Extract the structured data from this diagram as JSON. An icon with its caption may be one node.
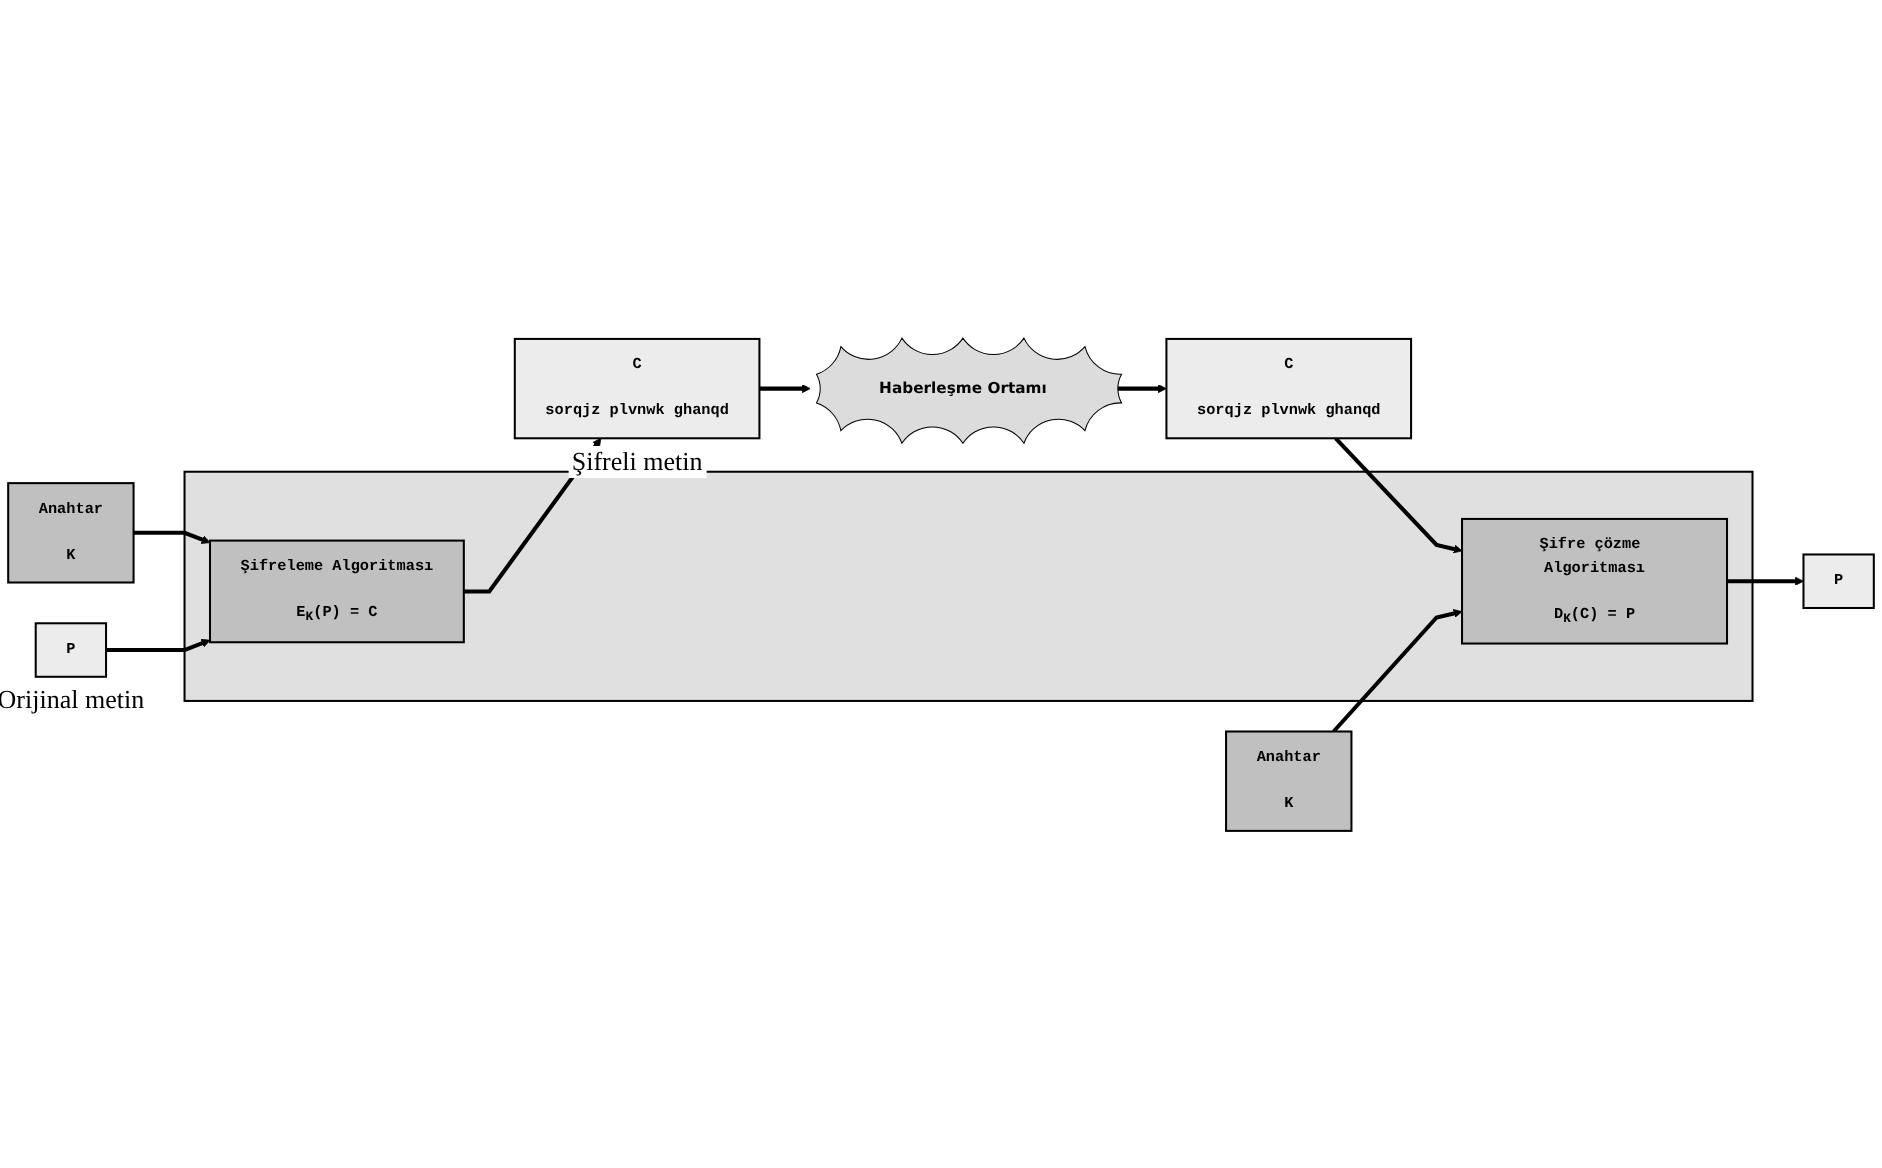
{
  "diagram": {
    "nodes": [
      {
        "text": [
          "Anahtar",
          "K"
        ]
      },
      {
        "text": [
          "P"
        ],
        "beside": [
          "Orijinal metin"
        ]
      },
      {
        "text": [],
        "shape": "box"
      },
      {
        "text": [
          "Şifreleme Algoritması",
          "E$_{K}$(P) = C"
        ],
        "in": 2
      },
      {
        "text": [
          "C",
          "sorqjz plvnwk ghanqd"
        ],
        "beside": [
          "Şifreli metin"
        ]
      },
      {
        "text": [
          "Haberleşme Ortamı"
        ]
      },
      {
        "text": [
          "P"
        ]
      },
      {
        "text": [
          "Şifre çözme Algoritması",
          "D$_{K}$(C) = P"
        ],
        "in": 2
      },
      {
        "text": [
          "C",
          "sorqjz plvnwk ghanqd"
        ]
      },
      {
        "text": [
          "Anahtar",
          "K"
        ]
      }
    ],
    "edges": [
      {
        "from": 0,
        "to": 3,
        "arrow": "to"
      },
      {
        "from": 1,
        "to": 3,
        "arrow": "to"
      },
      {
        "from": 3,
        "to": 4,
        "arrow": "to"
      },
      {
        "from": 4,
        "to": 5,
        "arrow": "to"
      },
      {
        "from": 5,
        "to": 8,
        "arrow": "to"
      },
      {
        "from": 8,
        "to": 7,
        "arrow": "to"
      },
      {
        "from": 7,
        "to": 6,
        "arrow": "to"
      },
      {
        "from": 9,
        "to": 7,
        "arrow": "to"
      }
    ]
  }
}
